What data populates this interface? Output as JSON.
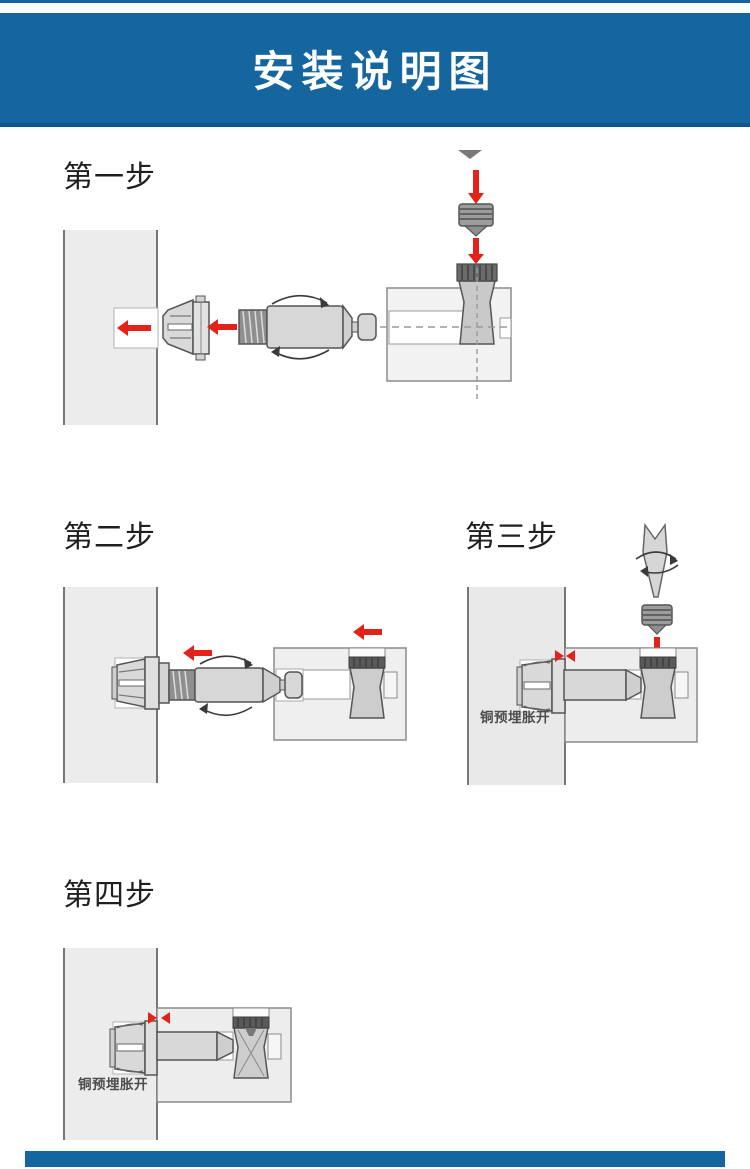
{
  "header": {
    "title": "安装说明图"
  },
  "colors": {
    "accent_blue": "#15669f",
    "accent_blue_dark": "#0e578d",
    "arrow_red": "#e3231a",
    "wall_gray": "#ececec",
    "board_gray": "#efefef",
    "part_gray": "#d7d7d7",
    "dark_band_gray": "#5a5a5a"
  },
  "steps": [
    {
      "id": 1,
      "label": "第一步"
    },
    {
      "id": 2,
      "label": "第二步"
    },
    {
      "id": 3,
      "label": "第三步",
      "annotation": "铜预埋胀开"
    },
    {
      "id": 4,
      "label": "第四步",
      "annotation": "铜预埋胀开"
    }
  ]
}
